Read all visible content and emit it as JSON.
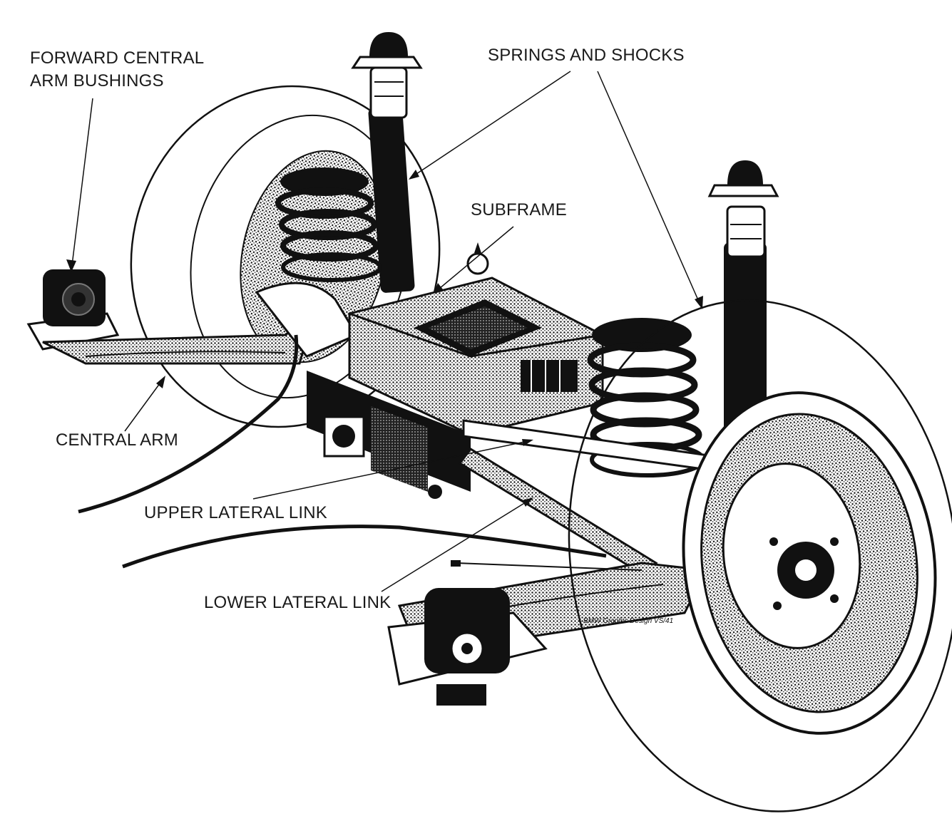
{
  "labels": {
    "forward_central_arm_bushings_line1": "FORWARD CENTRAL",
    "forward_central_arm_bushings_line2": "ARM BUSHINGS",
    "springs_and_shocks": "SPRINGS AND SHOCKS",
    "subframe": "SUBFRAME",
    "central_arm": "CENTRAL ARM",
    "upper_lateral_link": "UPPER LATERAL LINK",
    "lower_lateral_link": "LOWER LATERAL LINK"
  },
  "credit": "BMW Graphic Design VS/41",
  "colors": {
    "ink": "#111111",
    "paper": "#ffffff",
    "shade": "#555555"
  }
}
